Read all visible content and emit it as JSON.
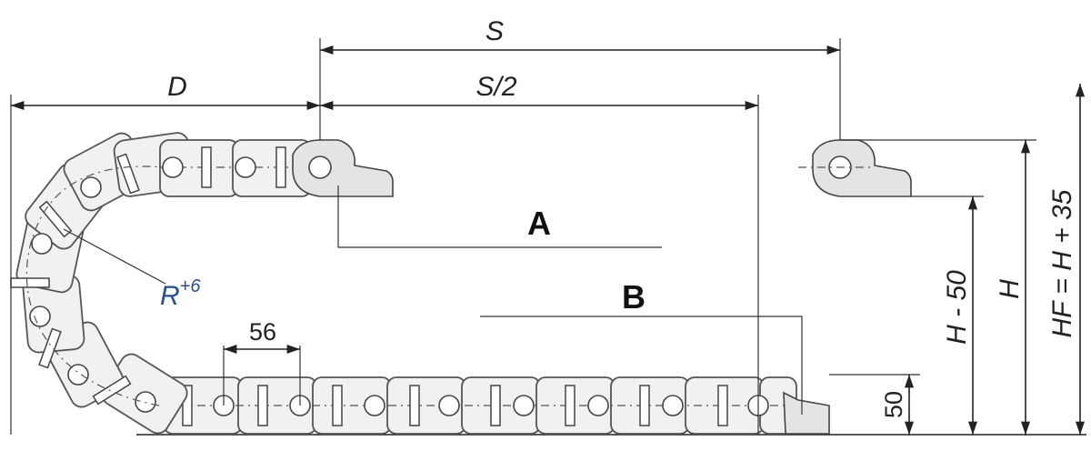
{
  "dimensions": {
    "stroke_length": "S",
    "half_stroke": "S/2",
    "depth": "D",
    "height": "H",
    "height_minus": "H - 50",
    "full_height": "HF = H + 35",
    "pitch": "56",
    "link_height": "50"
  },
  "labels": {
    "fixed_point": "A",
    "moving_end": "B"
  },
  "radius": {
    "symbol": "R",
    "tolerance": "+6",
    "color": "#2a4f8f"
  },
  "colors": {
    "line": "#222222",
    "bracket_fill": "#e4e4e4",
    "link_fill": "#f1f1f1"
  }
}
